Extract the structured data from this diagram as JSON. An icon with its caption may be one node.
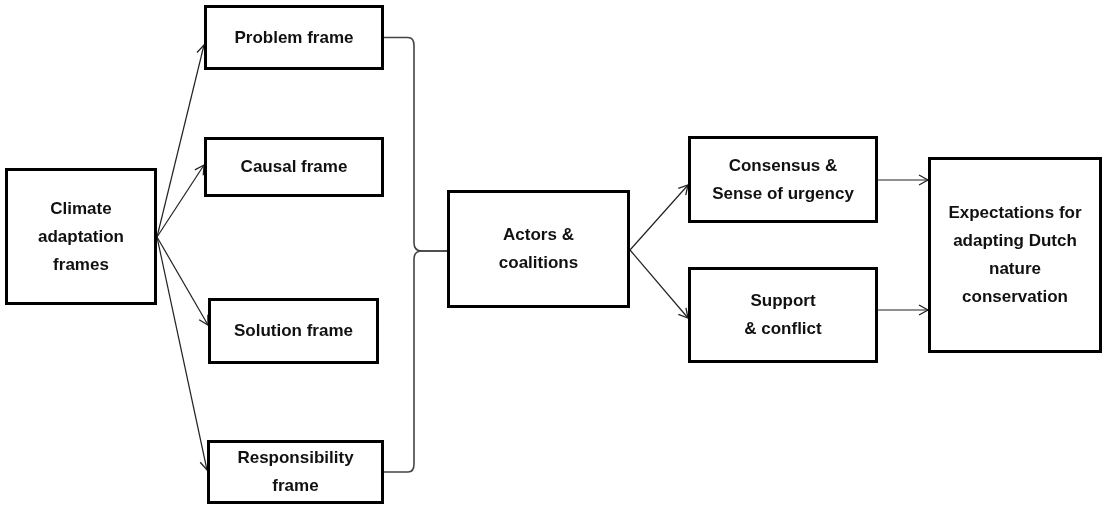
{
  "diagram": {
    "nodes": [
      {
        "text": [
          "Climate adaptation frames"
        ]
      },
      {
        "text": [
          "Problem frame"
        ]
      },
      {
        "text": [
          "Causal frame"
        ]
      },
      {
        "text": [
          "Solution frame"
        ]
      },
      {
        "text": [
          "Responsibility frame"
        ]
      },
      {
        "text": [
          "Actors & coalitions"
        ]
      },
      {
        "text": [
          "Consensus & Sense of urgency"
        ]
      },
      {
        "text": [
          "Support & conflict"
        ]
      },
      {
        "text": [
          "Expectations for adapting Dutch nature conservation"
        ]
      }
    ],
    "edges": [
      {
        "from": 0,
        "to": 1,
        "arrow": "to"
      },
      {
        "from": 0,
        "to": 2,
        "arrow": "to"
      },
      {
        "from": 0,
        "to": 3,
        "arrow": "to"
      },
      {
        "from": 0,
        "to": 4,
        "arrow": "to"
      },
      {
        "from": 1,
        "to": 5,
        "arrow": "none"
      },
      {
        "from": 4,
        "to": 5,
        "arrow": "none"
      },
      {
        "from": 5,
        "to": 6,
        "arrow": "to"
      },
      {
        "from": 5,
        "to": 7,
        "arrow": "to"
      },
      {
        "from": 6,
        "to": 8,
        "arrow": "to"
      },
      {
        "from": 7,
        "to": 8,
        "arrow": "to"
      }
    ]
  }
}
